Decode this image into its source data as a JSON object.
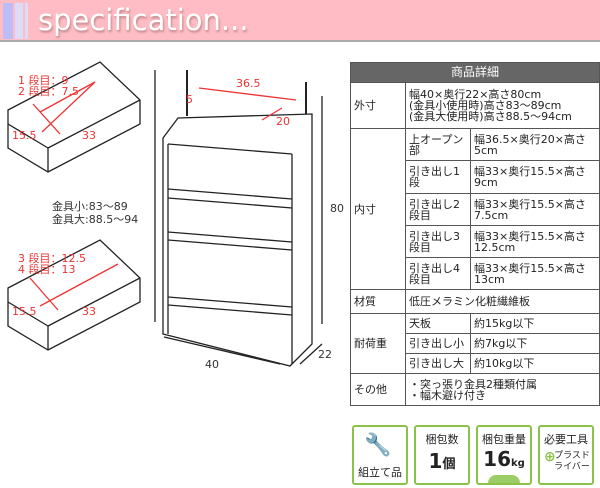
{
  "header": {
    "title": "specification..."
  },
  "diagram": {
    "drawer_top": {
      "lines": [
        "1 段目：9",
        "2 段目：7.5"
      ],
      "depth": "15.5",
      "width": "33"
    },
    "drawer_bottom": {
      "lines": [
        "3 段目：12.5",
        "4 段目：13"
      ],
      "depth": "15.5",
      "width": "33"
    },
    "fittings": [
      "金具小:83〜89",
      "金具大:88.5〜94"
    ],
    "cabinet": {
      "top_width": "36.5",
      "top_height": "5",
      "top_depth": "20",
      "height": "80",
      "width": "40",
      "depth": "22"
    }
  },
  "table": {
    "title": "商品詳細",
    "outer": {
      "label": "外寸",
      "lines": [
        "幅40×奥行22×高さ80cm",
        "(金具小使用時)高さ83〜89cm",
        "(金具大使用時)高さ88.5〜94cm"
      ]
    },
    "inner": {
      "label": "内寸",
      "rows": [
        {
          "name": "上オープン部",
          "value": "幅36.5×奥行20×高さ5cm"
        },
        {
          "name": "引き出し1段",
          "value": "幅33×奥行15.5×高さ9cm"
        },
        {
          "name": "引き出し2段目",
          "value": "幅33×奥行15.5×高さ7.5cm"
        },
        {
          "name": "引き出し3段目",
          "value": "幅33×奥行15.5×高さ12.5cm"
        },
        {
          "name": "引き出し4段目",
          "value": "幅33×奥行15.5×高さ13cm"
        }
      ]
    },
    "material": {
      "label": "材質",
      "value": "低圧メラミン化粧繊維板"
    },
    "load": {
      "label": "耐荷重",
      "rows": [
        {
          "name": "天板",
          "value": "約15kg以下"
        },
        {
          "name": "引き出し小",
          "value": "約7kg以下"
        },
        {
          "name": "引き出し大",
          "value": "約10kg以下"
        }
      ]
    },
    "other": {
      "label": "その他",
      "lines": [
        "・突っ張り金具2種類付属",
        "・幅木避け付き"
      ]
    }
  },
  "icons": [
    {
      "label": "組立て品"
    },
    {
      "label": "梱包数",
      "value": "1",
      "unit": "個"
    },
    {
      "label": "梱包重量",
      "value": "16",
      "unit": "kg"
    },
    {
      "label": "必要工具",
      "value": "プラスドライバー"
    }
  ],
  "colors": {
    "accent": "#e33",
    "header": "#ffbcc4",
    "icon_border": "#8bc34a"
  }
}
